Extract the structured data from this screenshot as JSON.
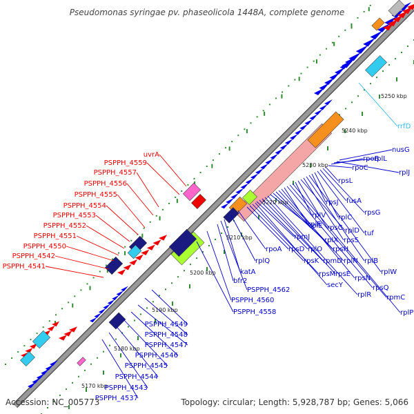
{
  "title": "Pseudomonas syringae pv. phaseolicola 1448A, complete genome",
  "accession": "Accession: NC_005773",
  "topology": "Topology: circular; Length: 5,928,787 bp; Genes: 5,066",
  "colors": {
    "backbone": "#999999",
    "forward_gene": "#0000ee",
    "reverse_gene": "#ee0000",
    "rna": "#ff66cc",
    "ribosomal_block": "#f4a6a6",
    "orange_block": "#f5901e",
    "lime_block": "#aaff33",
    "cyan_block": "#33ccee",
    "navy_block": "#1a1a80",
    "tick_green": "#2e8b2e",
    "label_blue": "#0000cc",
    "label_red": "#ee0000",
    "label_cyan": "#33bbee"
  },
  "kbp_ticks": [
    "5170 kbp",
    "5180 kbp",
    "5190 kbp",
    "5200 kbp",
    "5210 kbp",
    "5220 kbp",
    "5230 kbp",
    "5240 kbp",
    "5250 kbp"
  ],
  "labels_red": [
    "uvrA",
    "PSPPH_4559",
    "PSPPH_4557",
    "PSPPH_4556",
    "PSPPH_4555",
    "PSPPH_4554",
    "PSPPH_4553",
    "PSPPH_4552",
    "PSPPH_4551",
    "PSPPH_4550",
    "PSPPH_4542",
    "PSPPH_4541"
  ],
  "labels_blue_lower": [
    "PSPPH_4549",
    "PSPPH_4548",
    "PSPPH_4547",
    "PSPPH_4546",
    "PSPPH_4545",
    "PSPPH_4544",
    "PSPPH_4543",
    "PSPPH_4537"
  ],
  "labels_blue_mid": [
    "bfr2",
    "PSPPH_4562",
    "PSPPH_4560",
    "PSPPH_4558",
    "katA",
    "rplQ",
    "rpoA"
  ],
  "labels_blue_right": [
    "rpsD",
    "rpsK",
    "rpsM",
    "secY",
    "rpmJ",
    "rplO",
    "rpmD",
    "rpsE",
    "rplR",
    "rplF",
    "rplX",
    "rpsH",
    "rplN",
    "rpsN",
    "rplE",
    "rpsQ",
    "rpmC",
    "rplP",
    "rplV",
    "rpsC",
    "rplD",
    "rpsS",
    "rplB",
    "rplW",
    "rpsJ",
    "rplC",
    "tuf",
    "fusA",
    "rpsG",
    "rpsL",
    "rpoC",
    "rpoB",
    "rplL",
    "rplJ",
    "nusG"
  ],
  "labels_cyan": [
    "rrfD"
  ]
}
